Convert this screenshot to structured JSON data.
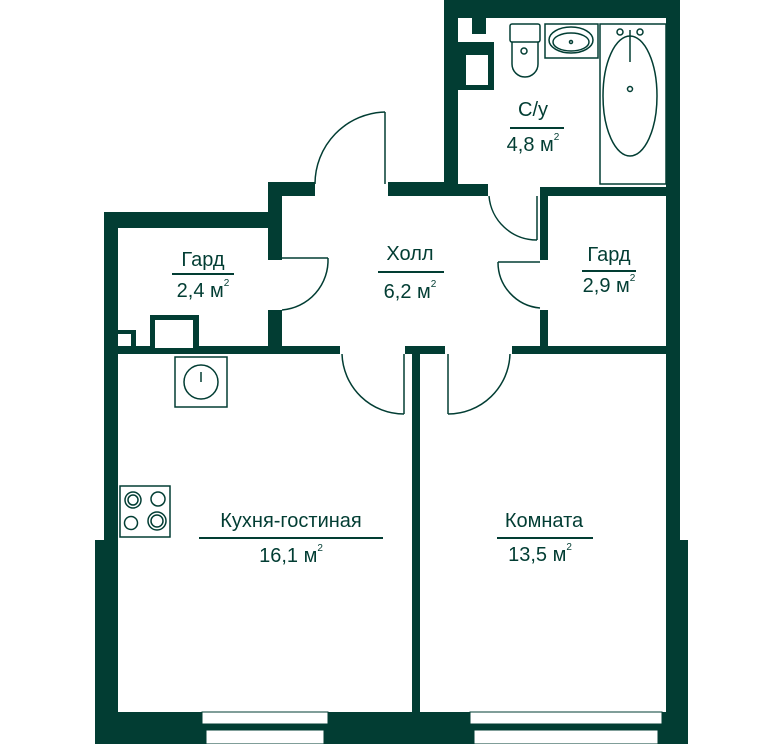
{
  "colors": {
    "wall": "#023d33",
    "background": "#ffffff"
  },
  "area_unit": "м",
  "area_unit_power": "2",
  "rooms": [
    {
      "id": "bathroom",
      "name": "С/у",
      "area": "4,8"
    },
    {
      "id": "wardrobe-left",
      "name": "Гард",
      "area": "2,4"
    },
    {
      "id": "hall",
      "name": "Холл",
      "area": "6,2"
    },
    {
      "id": "wardrobe-right",
      "name": "Гард",
      "area": "2,9"
    },
    {
      "id": "kitchen-living",
      "name": "Кухня-гостиная",
      "area": "16,1"
    },
    {
      "id": "room",
      "name": "Комната",
      "area": "13,5"
    }
  ]
}
